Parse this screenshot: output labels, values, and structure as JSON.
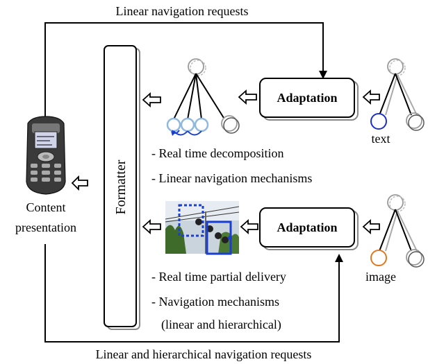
{
  "feedback": {
    "top_request_label": "Linear navigation requests",
    "bottom_request_label": "Linear and hierarchical navigation requests"
  },
  "formatter": {
    "label": "Formatter"
  },
  "device": {
    "caption_line1": "Content",
    "caption_line2": "presentation"
  },
  "text_branch": {
    "adaptation_label": "Adaptation",
    "source_label": "text",
    "source_color": "#1a2fc8",
    "notes": [
      "- Real time decomposition",
      "- Linear navigation mechanisms"
    ]
  },
  "image_branch": {
    "adaptation_label": "Adaptation",
    "source_label": "image",
    "source_color": "#e07820",
    "notes": [
      "- Real time partial delivery",
      "- Navigation mechanisms",
      "(linear and hierarchical)"
    ]
  },
  "colors": {
    "navigation_blue": "#1a3fd0",
    "leaf_light_blue": "#8fb8dc",
    "tree_grey": "#999999"
  }
}
